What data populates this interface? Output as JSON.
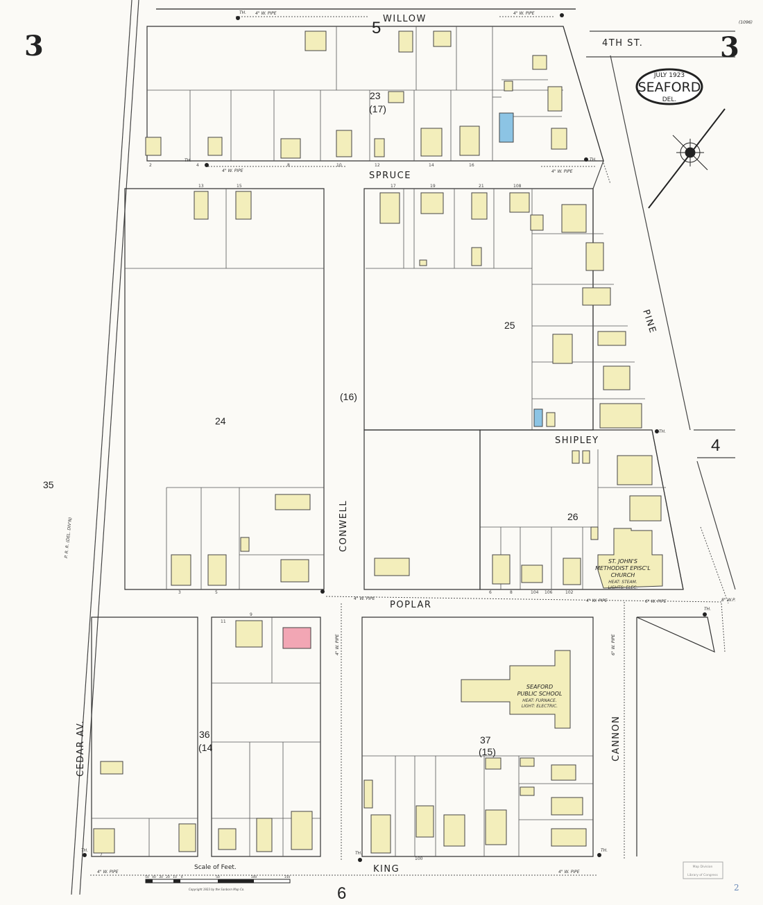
{
  "sheet": {
    "number_left": "3",
    "number_right": "3",
    "index_ref": "(1096)"
  },
  "cartouche": {
    "date": "JULY 1923",
    "town": "SEAFORD",
    "state": "DEL."
  },
  "streets": {
    "willow": "WILLOW",
    "spruce": "SPRUCE",
    "pine": "PINE",
    "shipley": "SHIPLEY",
    "conwell": "CONWELL",
    "poplar": "POPLAR",
    "cedar": "CEDAR AV.",
    "cannon": "CANNON",
    "king": "KING",
    "fourth": "4TH ST."
  },
  "railroad": "P. R. R. (DEL. DIV'N)",
  "blocks": {
    "b23": "23",
    "b23_old": "(17)",
    "b24": "24",
    "b25": "25",
    "b16": "(16)",
    "b26": "26",
    "b35": "35",
    "b36": "36",
    "b36_old": "(14",
    "b37": "37",
    "b37_old": "(15)"
  },
  "adjacent_sheets": {
    "north": "5",
    "east": "4",
    "south": "6"
  },
  "landmarks": {
    "school": {
      "name1": "SEAFORD",
      "name2": "PUBLIC SCHOOL",
      "heat": "HEAT: FURNACE.",
      "light": "LIGHT: ELECTRIC."
    },
    "church": {
      "name1": "ST. JOHN'S",
      "name2": "METHODIST EPISC'L",
      "name3": "CHURCH",
      "heat": "HEAT: STEAM.",
      "light": "LIGHTS: ELEC."
    }
  },
  "pipes": {
    "w4": "4\" W. PIPE",
    "w6": "6\" W. PIPE",
    "w8": "8\" W.P."
  },
  "hydrant_label": "TH.",
  "house_numbers": [
    "2",
    "4",
    "8",
    "10",
    "12",
    "14",
    "16",
    "13",
    "15",
    "17",
    "19",
    "21",
    "3",
    "5",
    "6",
    "8",
    "102",
    "104",
    "106",
    "108",
    "100",
    "11",
    "9",
    "7"
  ],
  "scale": {
    "title": "Scale of Feet.",
    "ticks": [
      "50",
      "40",
      "30",
      "20",
      "10",
      "0",
      "50",
      "100",
      "150"
    ]
  },
  "copyright": "Copyright 1923 by the Sanborn Map Co.",
  "stamp": {
    "line1": "Map Division",
    "line2": "Library of Congress"
  },
  "corner_marks": "2",
  "colors": {
    "dwelling": "#f3eebb",
    "brick": "#f2a6b4",
    "concrete_block": "#8cc4e4",
    "line": "#333333",
    "paper": "#fbfaf6"
  }
}
